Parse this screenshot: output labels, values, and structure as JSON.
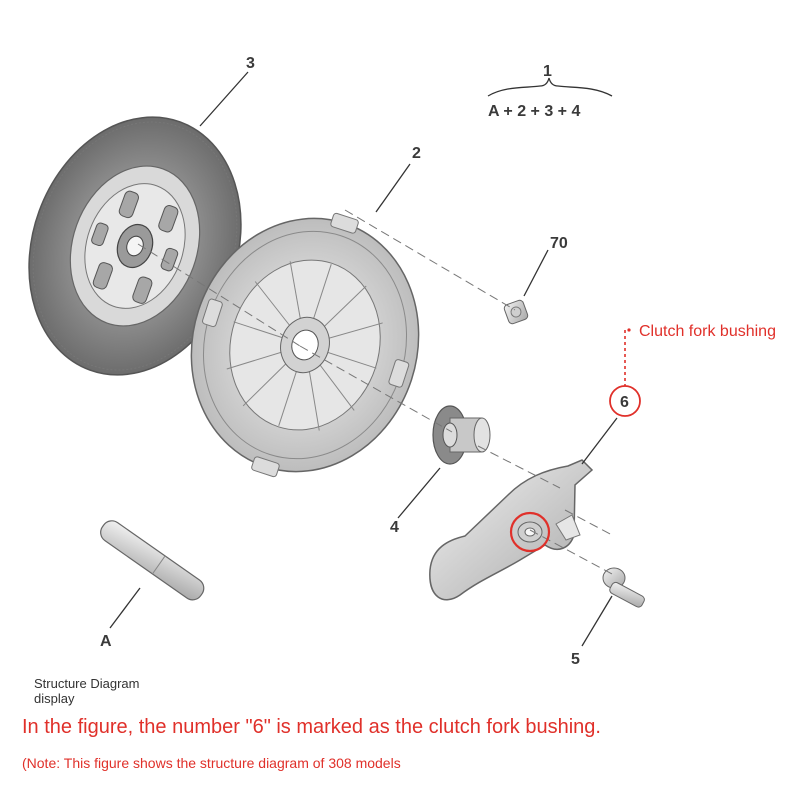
{
  "diagram": {
    "labels": {
      "l1": "1",
      "l2": "2",
      "l3": "3",
      "l4": "4",
      "l5": "5",
      "l6": "6",
      "l70": "70",
      "lA": "A",
      "formula": "A + 2 + 3 + 4"
    },
    "callout": {
      "text": "Clutch fork bushing",
      "color": "#e0302a"
    }
  },
  "caption": {
    "small": "Structure Diagram display",
    "main": "In the figure, the number \"6\" is marked as the clutch fork bushing.",
    "note": "(Note: This figure shows the structure diagram of 308 models"
  }
}
